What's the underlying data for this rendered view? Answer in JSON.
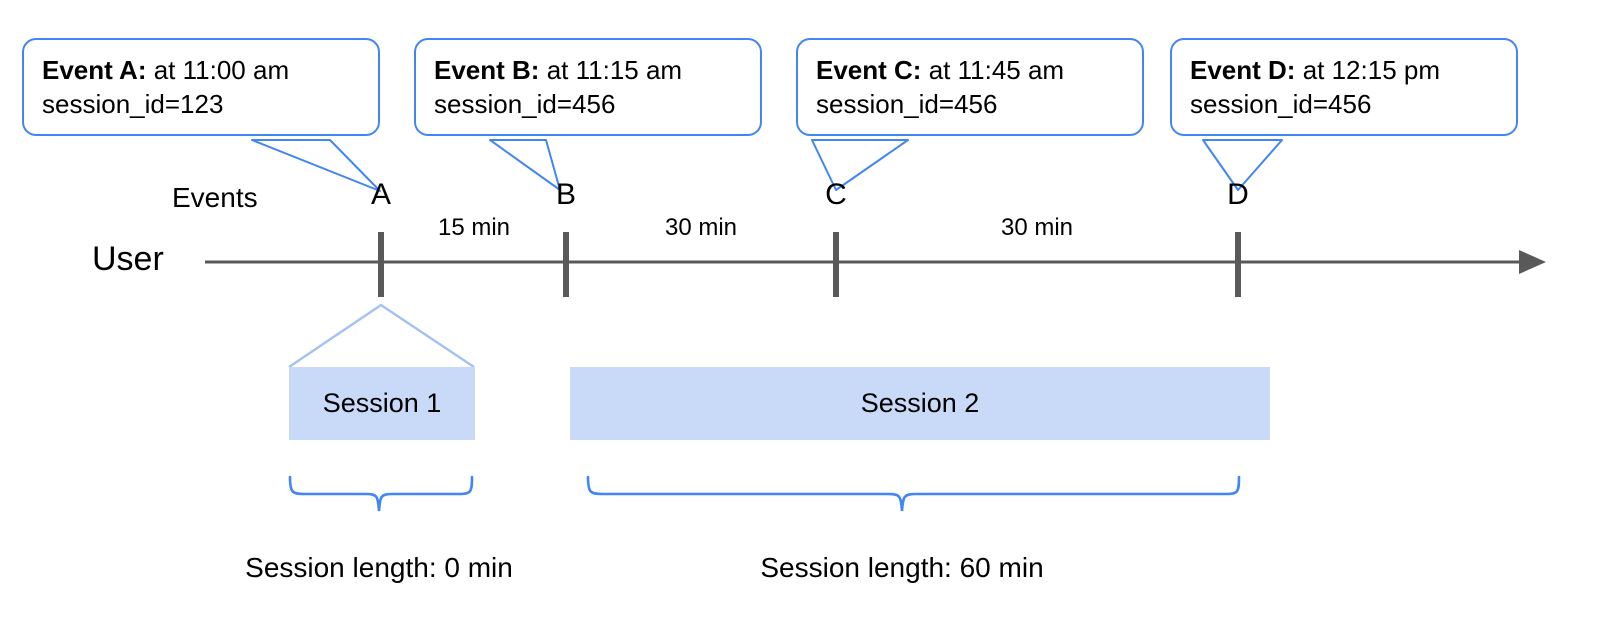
{
  "diagram": {
    "title_axis_label": "User",
    "events_row_label": "Events",
    "colors": {
      "callout_border": "#4285f4",
      "session_fill": "#c9daf8",
      "axis_line": "#595959",
      "tick": "#595959",
      "brace": "#4285f4",
      "tent": "#a4c2f4"
    }
  },
  "callouts": [
    {
      "id": "event-a",
      "lead": "Event A:",
      "time_text": " at 11:00 am",
      "session_line": "session_id=123"
    },
    {
      "id": "event-b",
      "lead": "Event B:",
      "time_text": " at 11:15 am",
      "session_line": "session_id=456"
    },
    {
      "id": "event-c",
      "lead": "Event C:",
      "time_text": " at 11:45 am",
      "session_line": "session_id=456"
    },
    {
      "id": "event-d",
      "lead": "Event D:",
      "time_text": " at 12:15 pm",
      "session_line": "session_id=456"
    }
  ],
  "events": [
    {
      "letter": "A"
    },
    {
      "letter": "B"
    },
    {
      "letter": "C"
    },
    {
      "letter": "D"
    }
  ],
  "gaps": [
    {
      "label": "15 min"
    },
    {
      "label": "30 min"
    },
    {
      "label": "30 min"
    }
  ],
  "sessions": [
    {
      "name": "Session 1",
      "length_label": "Session length: 0 min"
    },
    {
      "name": "Session 2",
      "length_label": "Session length: 60 min"
    }
  ],
  "chart_data": {
    "type": "timeline",
    "title": "User event timeline and sessionization",
    "axis_label": "User",
    "row_label": "Events",
    "x_unit": "minutes",
    "events": [
      {
        "letter": "A",
        "time": "11:00 am",
        "session_id": 123,
        "minutes_from_start": 0
      },
      {
        "letter": "B",
        "time": "11:15 am",
        "session_id": 456,
        "minutes_from_start": 15
      },
      {
        "letter": "C",
        "time": "11:45 am",
        "session_id": 456,
        "minutes_from_start": 45
      },
      {
        "letter": "D",
        "time": "12:15 pm",
        "session_id": 456,
        "minutes_from_start": 75
      }
    ],
    "gaps_between_events": [
      {
        "from": "A",
        "to": "B",
        "label": "15 min",
        "minutes": 15
      },
      {
        "from": "B",
        "to": "C",
        "label": "30 min",
        "minutes": 30
      },
      {
        "from": "C",
        "to": "D",
        "label": "30 min",
        "minutes": 30
      }
    ],
    "sessions": [
      {
        "name": "Session 1",
        "session_id": 123,
        "events": [
          "A"
        ],
        "length_minutes": 0,
        "length_label": "Session length: 0 min"
      },
      {
        "name": "Session 2",
        "session_id": 456,
        "events": [
          "B",
          "C",
          "D"
        ],
        "length_minutes": 60,
        "length_label": "Session length: 60 min"
      }
    ]
  }
}
